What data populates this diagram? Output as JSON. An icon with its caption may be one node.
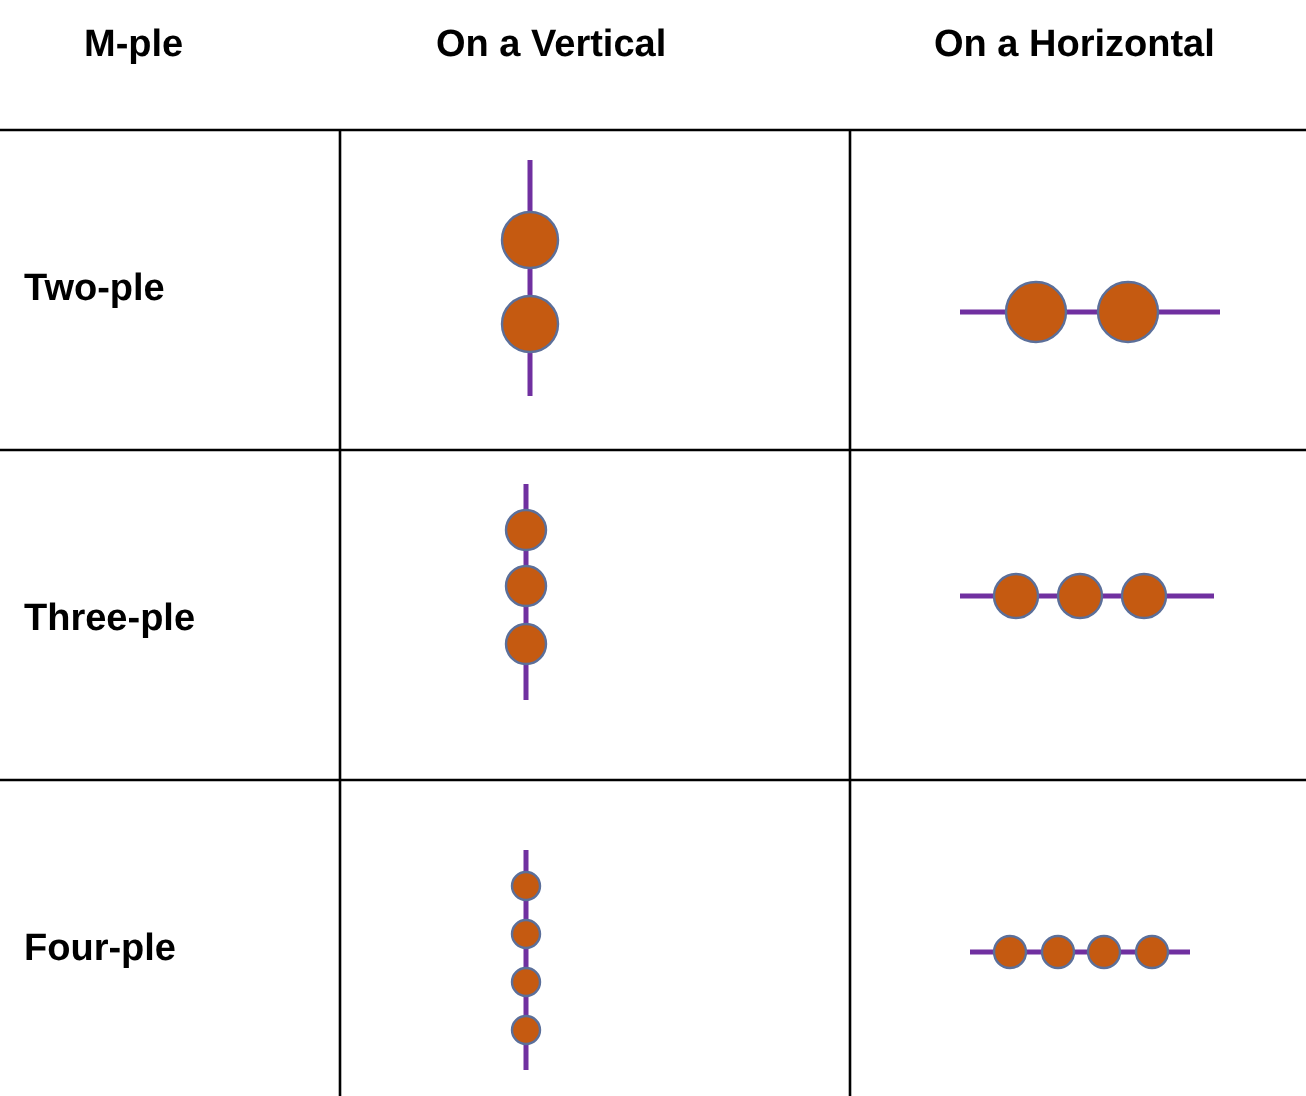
{
  "diagram": {
    "labels": [
      "M-ple",
      "On a Vertical",
      "On a Horizontal",
      "Two-ple",
      "Three-ple",
      "Four-ple"
    ]
  }
}
